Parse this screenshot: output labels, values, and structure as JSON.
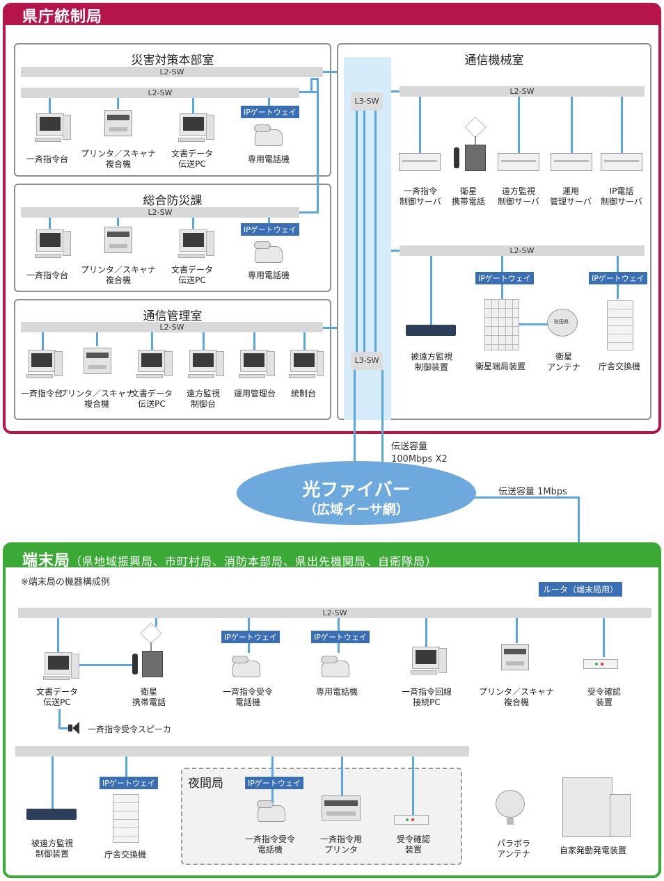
{
  "top_section": {
    "title": "県庁統制局",
    "rooms": {
      "disaster_hq": {
        "title": "災害対策本部室",
        "switches": [
          "L2-SW",
          "L2-SW"
        ],
        "devices": [
          "一斉指令台",
          "プリンタ／スキャナ\n複合機",
          "文書データ\n伝送PC",
          "専用電話機"
        ],
        "ip_gateway": "IPゲートウェイ"
      },
      "disaster_dept": {
        "title": "総合防災課",
        "switch": "L2-SW",
        "devices": [
          "一斉指令台",
          "プリンタ／スキャナ\n複合機",
          "文書データ\n伝送PC",
          "専用電話機"
        ],
        "ip_gateway": "IPゲートウェイ"
      },
      "comm_mgmt": {
        "title": "通信管理室",
        "switch": "L2-SW",
        "devices": [
          "一斉指令台",
          "プリンタ／スキャナ\n複合機",
          "文書データ\n伝送PC",
          "遠方監視\n制御台",
          "運用管理台",
          "統制台"
        ]
      },
      "comm_machine": {
        "title": "通信機械室",
        "switches": [
          "L2-SW",
          "L2-SW"
        ],
        "servers": [
          "一斉指令\n制御サーバ",
          "衛星\n携帯電話",
          "遠方監視\n制御サーバ",
          "運用\n管理サーバ",
          "IP電話\n制御サーバ"
        ],
        "lower_devices": [
          "被遠方監視\n制御装置",
          "衛星端局装置",
          "衛星\nアンテナ",
          "庁舎交換機"
        ],
        "ip_gateways": [
          "IPゲートウェイ",
          "IPゲートウェイ"
        ],
        "dish_mark": "秋田県"
      }
    },
    "l3_switches": [
      "L3-SW",
      "L3-SW"
    ]
  },
  "link": {
    "capacity_top": "伝送容量\n100Mbps X2",
    "capacity_right": "伝送容量 1Mbps",
    "fiber_title": "光ファイバー",
    "fiber_subtitle": "（広域イーサ網）"
  },
  "bottom_section": {
    "title": "端末局",
    "subtitle": "（県地域振興局、市町村局、消防本部局、県出先機関局、自衛隊局）",
    "note": "※端末局の機器構成例",
    "router": "ルータ（端末局用）",
    "switch": "L2-SW",
    "ip_gateway": "IPゲートウェイ",
    "devices_row1": [
      "文書データ\n伝送PC",
      "衛星\n携帯電話",
      "一斉指令受令\n電話機",
      "専用電話機",
      "一斉指令回線\n接続PC",
      "プリンタ／スキャナ\n複合機",
      "受令確認\n装置"
    ],
    "speaker": "一斉指令受令スピーカ",
    "devices_row2": [
      "被遠方監視\n制御装置",
      "庁舎交換機",
      "パラボラ\nアンテナ",
      "自家発動発電装置"
    ],
    "night": {
      "title": "夜間局",
      "devices": [
        "一斉指令受令\n電話機",
        "一斉指令用\nプリンタ",
        "受令確認\n装置"
      ]
    }
  }
}
